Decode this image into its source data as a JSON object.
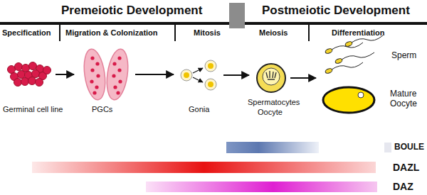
{
  "diagram": {
    "labels": [
      "Premeiotic Development",
      "Postmeiotic Development",
      "Specification",
      "Migration & Colonization",
      "Mitosis",
      "Meiosis",
      "Differentiation",
      "Sperm",
      "Germinal cell line",
      "PGCs",
      "Gonia",
      "Spermatocytes",
      "Oocyte",
      "Mature Oocyte",
      "BOULE",
      "DAZL",
      "DAZ"
    ]
  }
}
